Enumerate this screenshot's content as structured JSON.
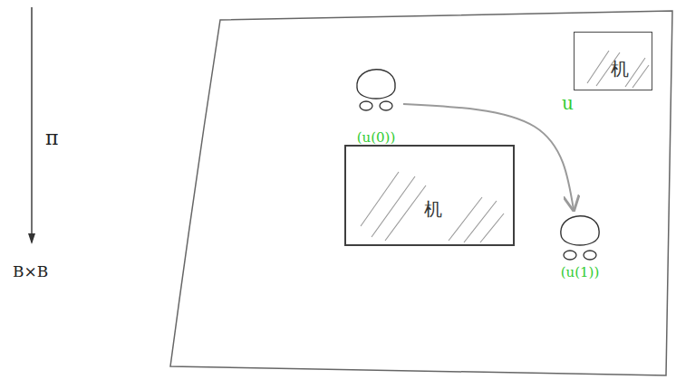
{
  "diagram": {
    "nodes": [
      {
        "text": [
          "(u(0))"
        ]
      },
      {
        "text": [
          "机"
        ]
      },
      {
        "text": [
          "机"
        ]
      },
      {
        "text": [
          "(u(1))"
        ]
      }
    ],
    "edges": [
      {
        "from": 0,
        "to": 3,
        "label": "u",
        "arrow": "to"
      }
    ],
    "labels": [
      "π",
      "B×B"
    ]
  }
}
